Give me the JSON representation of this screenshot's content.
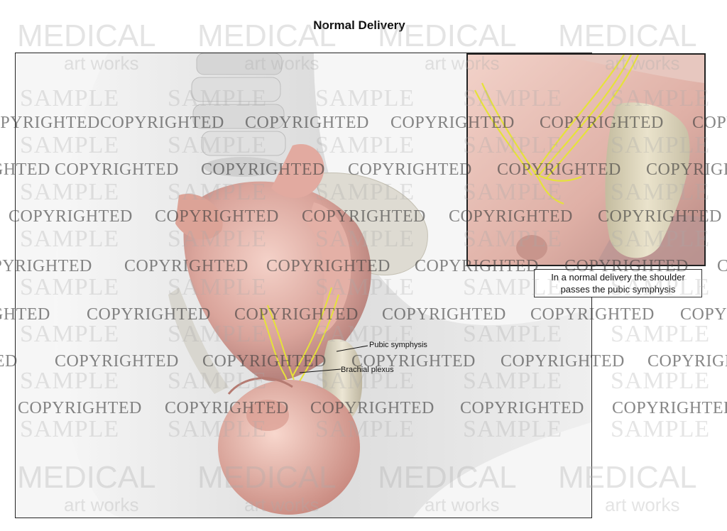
{
  "title": "Normal Delivery",
  "caption": {
    "line1": "In a normal delivery the shoulder",
    "line2": "passes the pubic symphysis"
  },
  "labels": {
    "pubic_symphysis": "Pubic symphysis",
    "brachial_plexus": "Brachial plexus"
  },
  "watermark": {
    "copyright": "COPYRIGHTED",
    "sample": "SAMPLE",
    "medical": "MEDICAL",
    "artworks": "art  works"
  },
  "colors": {
    "skin": "#e8b4a8",
    "bone": "#d9d2bf",
    "nerve": "#e5e23a",
    "maternal_body": "#e4e4e4"
  }
}
